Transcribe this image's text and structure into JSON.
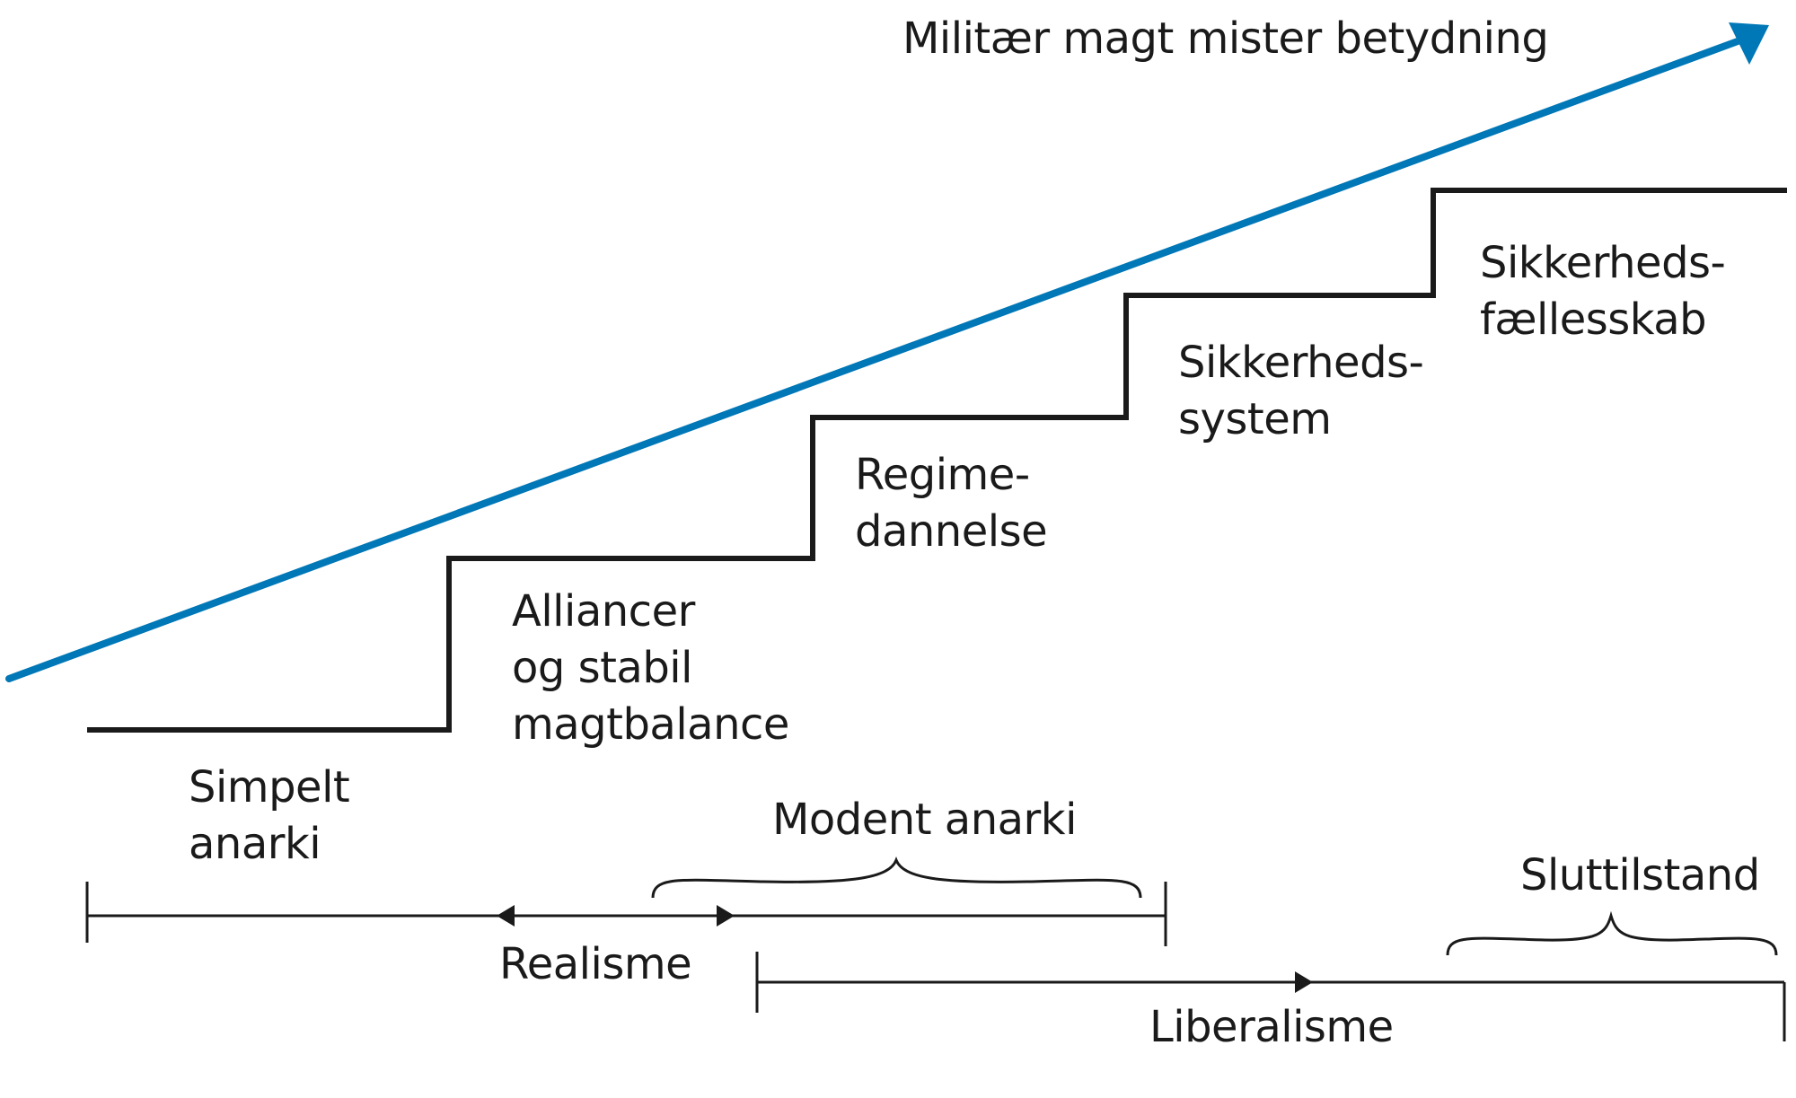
{
  "title_arrow": {
    "label": "Militær magt mister betydning",
    "color": "#0077b6"
  },
  "steps": [
    {
      "lines": [
        "Simpelt",
        "anarki"
      ]
    },
    {
      "lines": [
        "Alliancer",
        "og stabil",
        "magtbalance"
      ]
    },
    {
      "lines": [
        "Regime-",
        "dannelse"
      ]
    },
    {
      "lines": [
        "Sikkerheds-",
        "system"
      ]
    },
    {
      "lines": [
        "Sikkerheds-",
        "fællesskab"
      ]
    }
  ],
  "braces": {
    "mature": "Modent anarki",
    "end": "Sluttilstand"
  },
  "ranges": {
    "realism": "Realisme",
    "liberalism": "Liberalisme"
  }
}
